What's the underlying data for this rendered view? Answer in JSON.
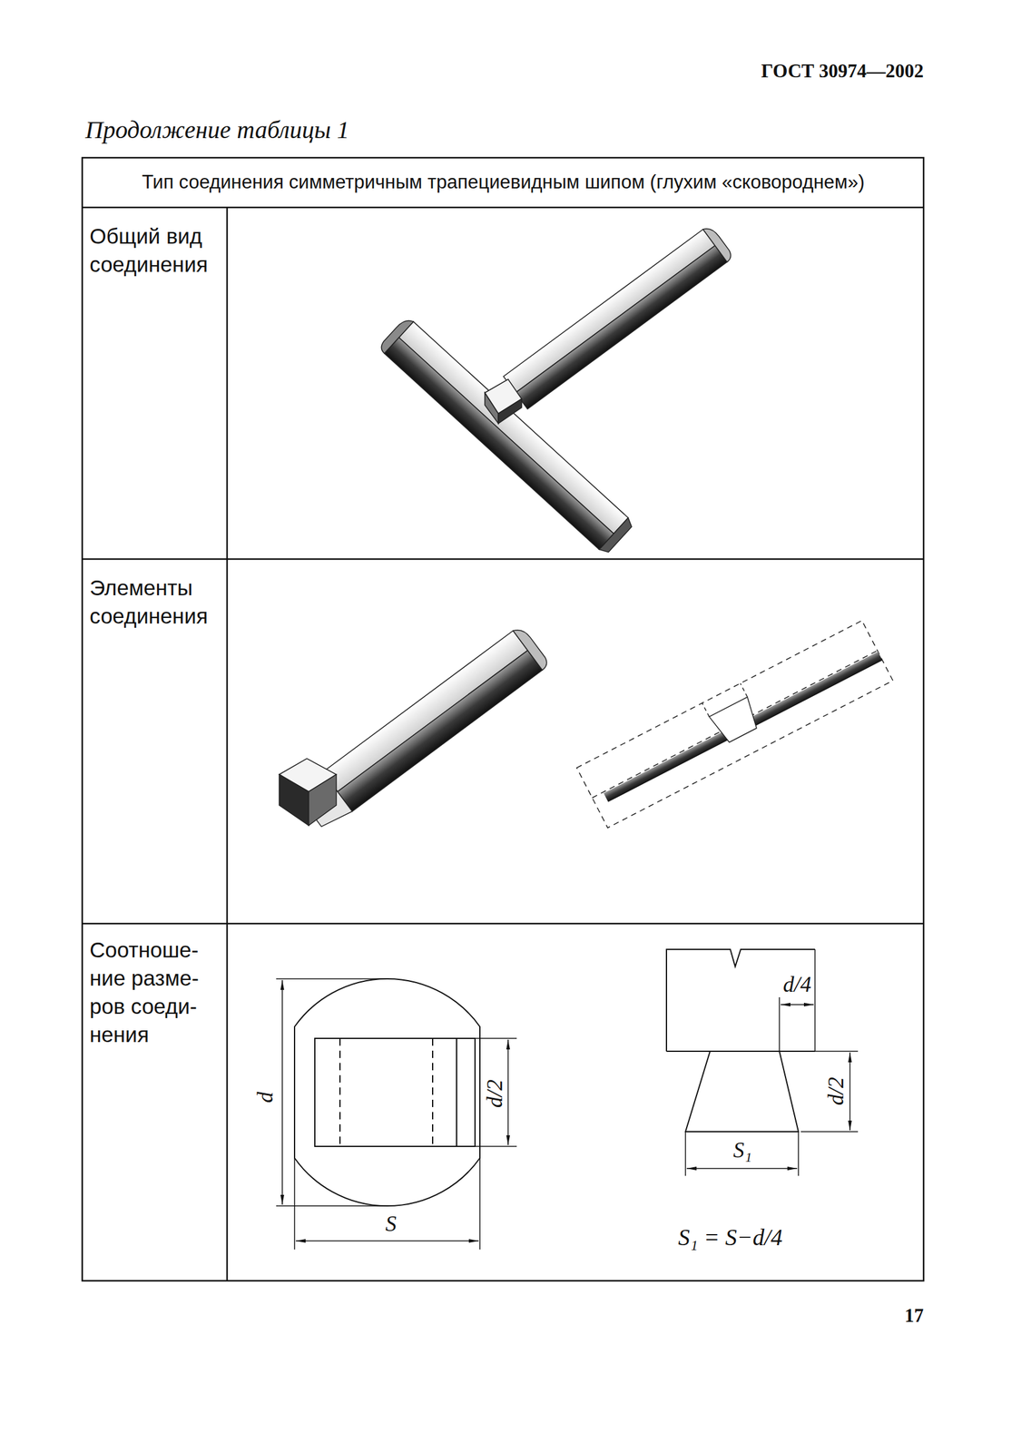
{
  "diagram": {
    "labels": [
      "ГОСТ 30974—2002",
      "Продолжение таблицы 1",
      "Тип соединения симметричным трапециевидным шипом (глухим «сковороднем»)",
      "Общий вид соединения",
      "Элементы соединения",
      "Соотноше- ние разме- ров соеди- нения",
      "d",
      "d/2",
      "S",
      "d/4",
      "d/2",
      "S₁",
      "S₁ = S−d/4",
      "17"
    ]
  }
}
